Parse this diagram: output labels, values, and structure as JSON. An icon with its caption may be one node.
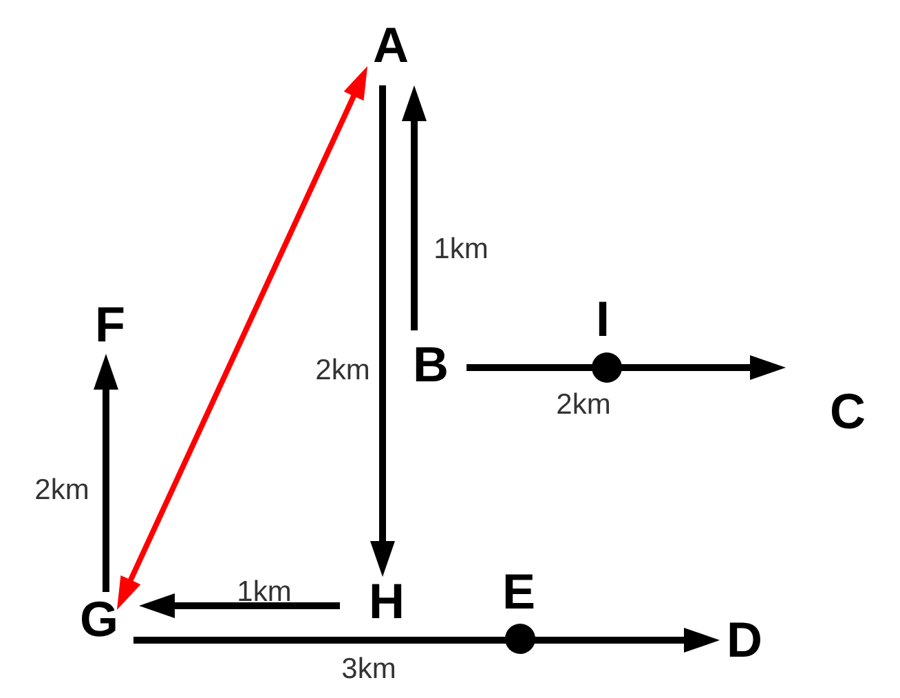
{
  "diagram": {
    "nodes": [
      {
        "text": [
          "A"
        ]
      },
      {
        "text": [
          "F"
        ]
      },
      {
        "text": [
          "I"
        ]
      },
      {
        "text": [
          "B"
        ]
      },
      {
        "text": [
          "C"
        ]
      },
      {
        "text": [
          "E"
        ]
      },
      {
        "text": [
          "H"
        ]
      },
      {
        "text": [
          "G"
        ]
      },
      {
        "text": [
          "D"
        ]
      }
    ],
    "edges": [
      {
        "from": 0,
        "to": 6,
        "arrow": "to",
        "label": "2km"
      },
      {
        "from": 6,
        "to": 7,
        "arrow": "to",
        "label": "1km"
      },
      {
        "from": 7,
        "to": 1,
        "arrow": "to",
        "label": "2km"
      },
      {
        "from": 3,
        "to": 0,
        "arrow": "to",
        "label": "1km"
      },
      {
        "from": 3,
        "to": 4,
        "arrow": "to",
        "label": "2km"
      },
      {
        "from": 7,
        "to": 8,
        "arrow": "to",
        "label": "3km"
      },
      {
        "from": 7,
        "to": 0,
        "arrow": "both",
        "color": "#ff0000"
      }
    ]
  }
}
